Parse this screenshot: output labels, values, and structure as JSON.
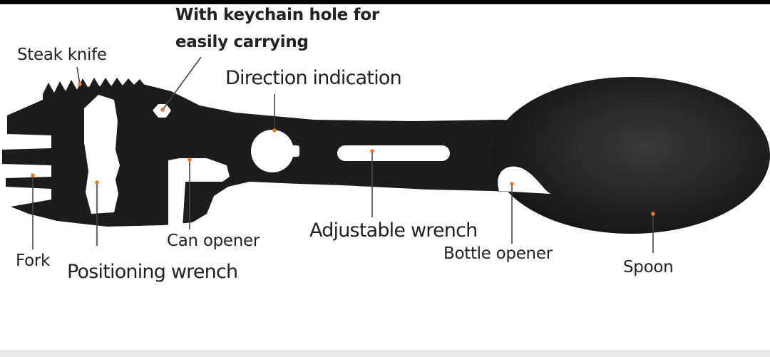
{
  "colors": {
    "tool": "#1c1c1c",
    "marker": "#e07b2e",
    "leader": "#444444",
    "text": "#222222"
  },
  "labels": {
    "keychain_line1": "With keychain hole for",
    "keychain_line2": "easily carrying",
    "steak_knife": "Steak knife",
    "direction": "Direction indication",
    "fork": "Fork",
    "positioning_wrench": "Positioning wrench",
    "can_opener": "Can opener",
    "adjustable_wrench": "Adjustable wrench",
    "bottle_opener": "Bottle opener",
    "spoon": "Spoon"
  }
}
